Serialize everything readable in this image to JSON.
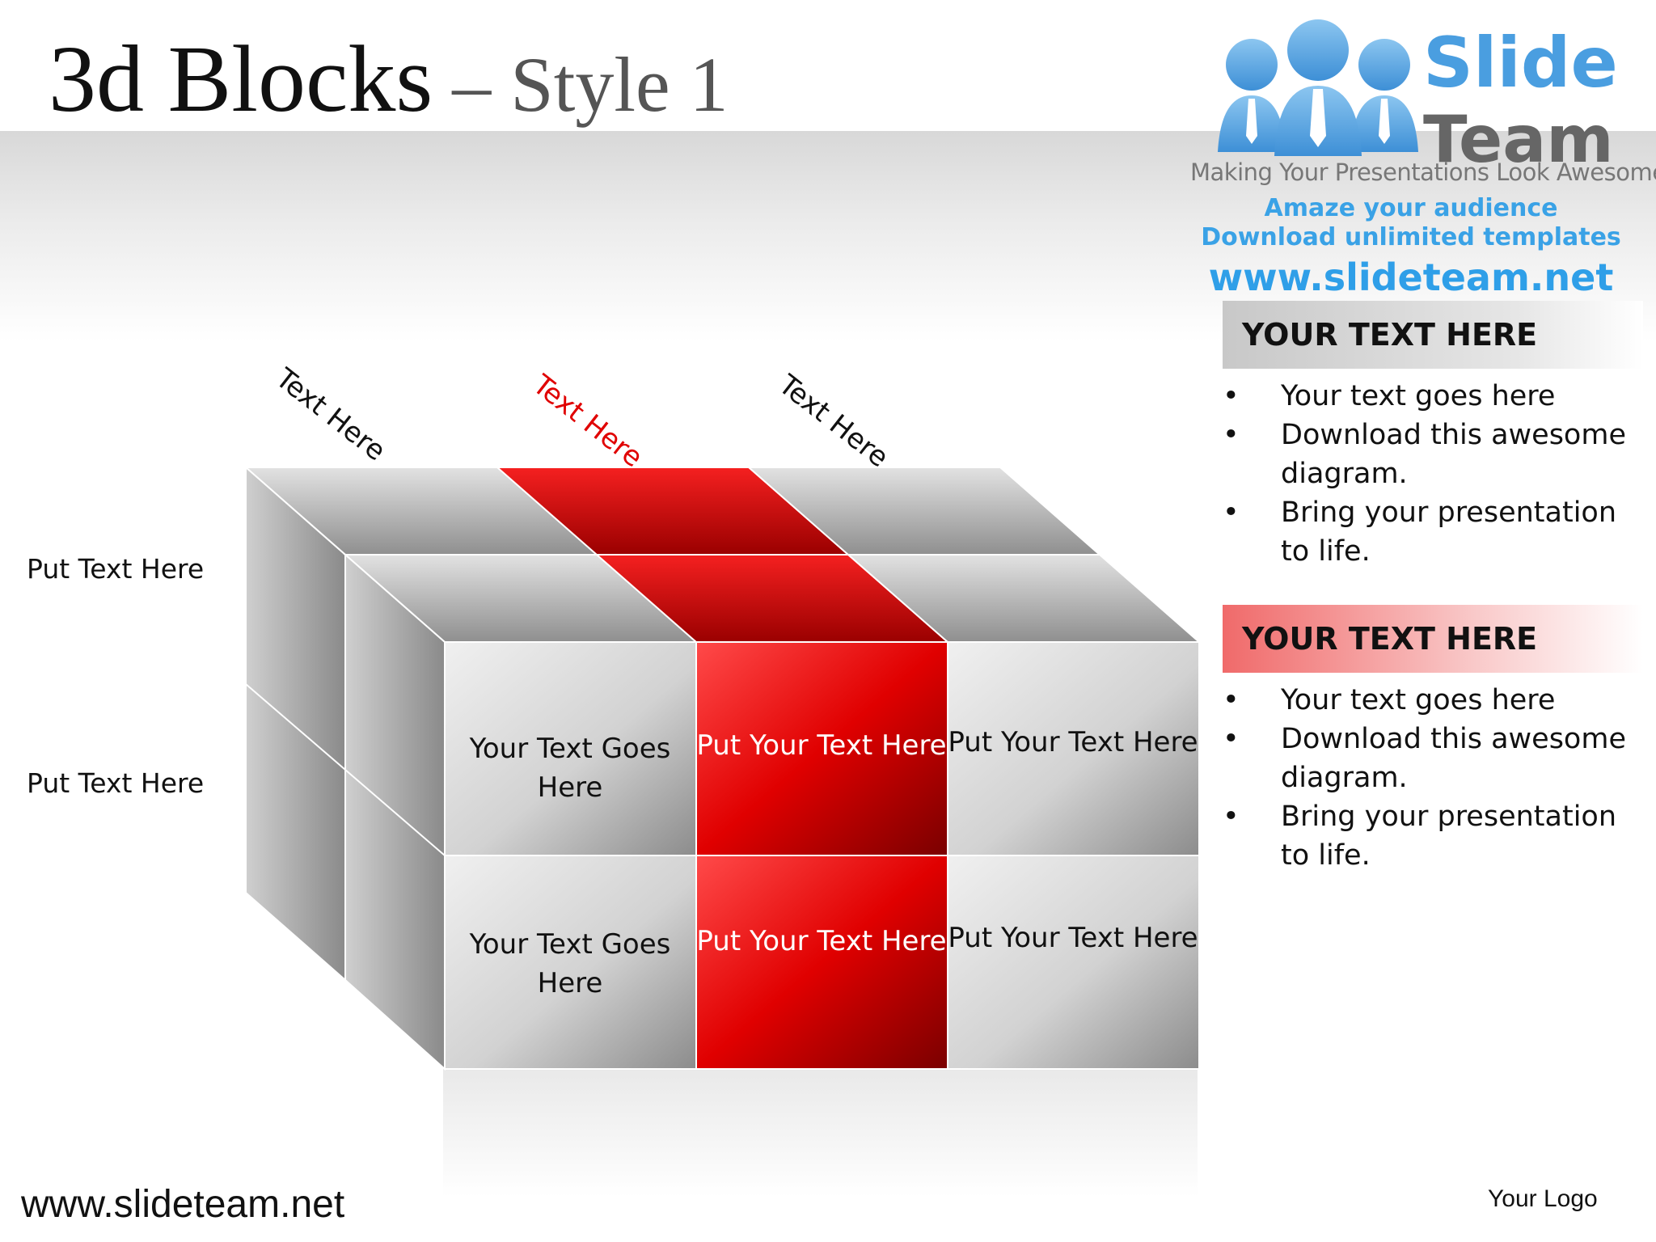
{
  "title": {
    "main": "3d Blocks",
    "dash": " – ",
    "sub": "Style 1"
  },
  "logo": {
    "name_line1": "Slide",
    "name_line2": "Team",
    "tagline": "Making Your Presentations Look Awesome",
    "promo1": "Amaze your audience",
    "promo2": "Download unlimited templates",
    "url": "www.slideteam.net"
  },
  "diagram": {
    "column_labels": [
      "Text Here",
      "Text Here",
      "Text Here"
    ],
    "row_labels": [
      "Put Text Here",
      "Put Text Here"
    ],
    "cells": [
      [
        "Your Text Goes Here",
        "Put Your Text Here",
        "Put Your Text Here"
      ],
      [
        "Your Text Goes Here",
        "Put Your Text Here",
        "Put Your Text Here"
      ]
    ],
    "highlight_color": "#e00000",
    "neutral_color": "#b8b8b8"
  },
  "panels": [
    {
      "heading": "YOUR TEXT HERE",
      "bullets": [
        "Your text goes here",
        "Download this awesome diagram.",
        "Bring your presentation to life."
      ]
    },
    {
      "heading": "YOUR TEXT HERE",
      "bullets": [
        "Your text goes here",
        "Download this awesome diagram.",
        "Bring your presentation to life."
      ]
    }
  ],
  "footer": {
    "url": "www.slideteam.net",
    "logo": "Your Logo"
  }
}
